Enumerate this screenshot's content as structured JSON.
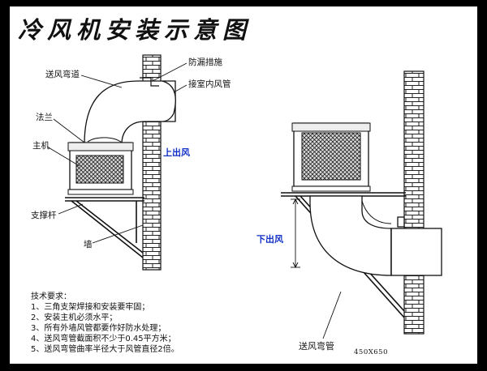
{
  "title": "冷风机安装示意图",
  "labels": {
    "elbow_duct": "送风弯道",
    "leak_protection": "防漏措施",
    "indoor_duct": "接室内风管",
    "flange": "法兰",
    "main_unit": "主机",
    "top_outlet": "上出风",
    "support_rod": "支撑杆",
    "wall": "墙",
    "bottom_outlet": "下出风",
    "supply_elbow": "送风弯管",
    "size": "450X650"
  },
  "requirements": {
    "heading": "技术要求：",
    "items": [
      "1、三角支架焊接和安装要牢固；",
      "2、安装主机必须水平；",
      "3、所有外墙风管都要作好防水处理；",
      "4、送风弯管截面积不少于0.45平方米；",
      "5、送风弯管曲率半径大于风管直径2倍。"
    ]
  },
  "colors": {
    "outlet_label": "#1030c8",
    "line": "#111111"
  }
}
